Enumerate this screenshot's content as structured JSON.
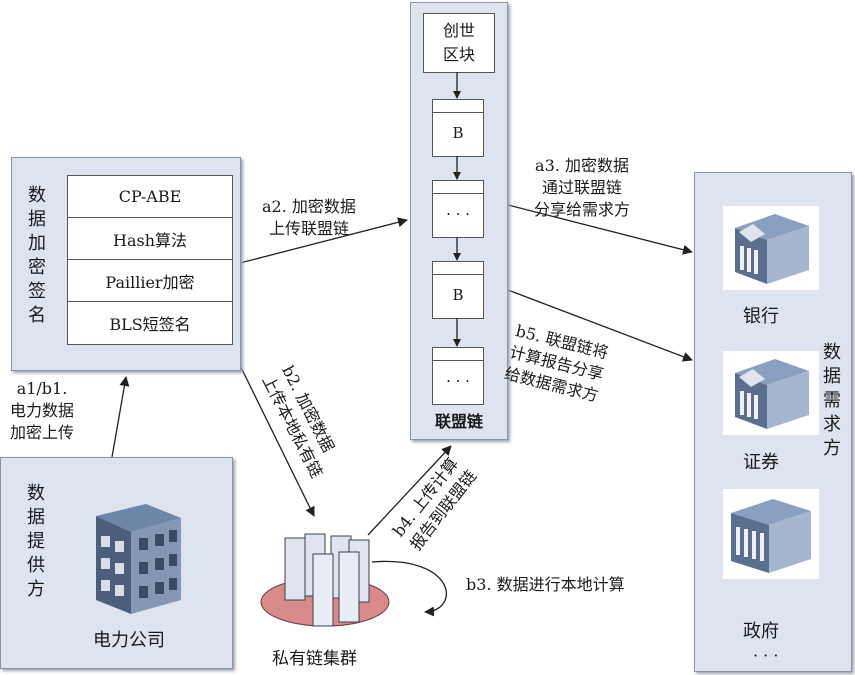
{
  "encrypt_panel": {
    "title_chars": [
      "数",
      "据",
      "加",
      "密",
      "签",
      "名"
    ],
    "algorithms": [
      "CP-ABE",
      "Hash算法",
      "Paillier加密",
      "BLS短签名"
    ]
  },
  "provider_panel": {
    "title_chars": [
      "数",
      "据",
      "提",
      "供",
      "方"
    ],
    "company": "电力公司"
  },
  "consortium_chain": {
    "genesis_label": [
      "创世",
      "区块"
    ],
    "blocks": [
      "B",
      "· · ·",
      "B",
      "· · ·"
    ],
    "label": "联盟链"
  },
  "demand_panel": {
    "title_chars": [
      "数",
      "据",
      "需",
      "求",
      "方"
    ],
    "entities": [
      "银行",
      "证券",
      "政府"
    ],
    "ellipsis": "· · ·"
  },
  "private_chain": {
    "label": "私有链集群"
  },
  "steps": {
    "a1b1": [
      "a1/b1.",
      "电力数据",
      "加密上传"
    ],
    "a2": [
      "a2. 加密数据",
      "上传联盟链"
    ],
    "a3": [
      "a3. 加密数据",
      "通过联盟链",
      "分享给需求方"
    ],
    "b2": [
      "b2. 加密数据",
      "上传本地私有链"
    ],
    "b3": "b3. 数据进行本地计算",
    "b4": [
      "b4. 上传计算",
      "报告到联盟链"
    ],
    "b5": [
      "b5. 联盟链将",
      "计算报告分享",
      "给数据需求方"
    ]
  }
}
